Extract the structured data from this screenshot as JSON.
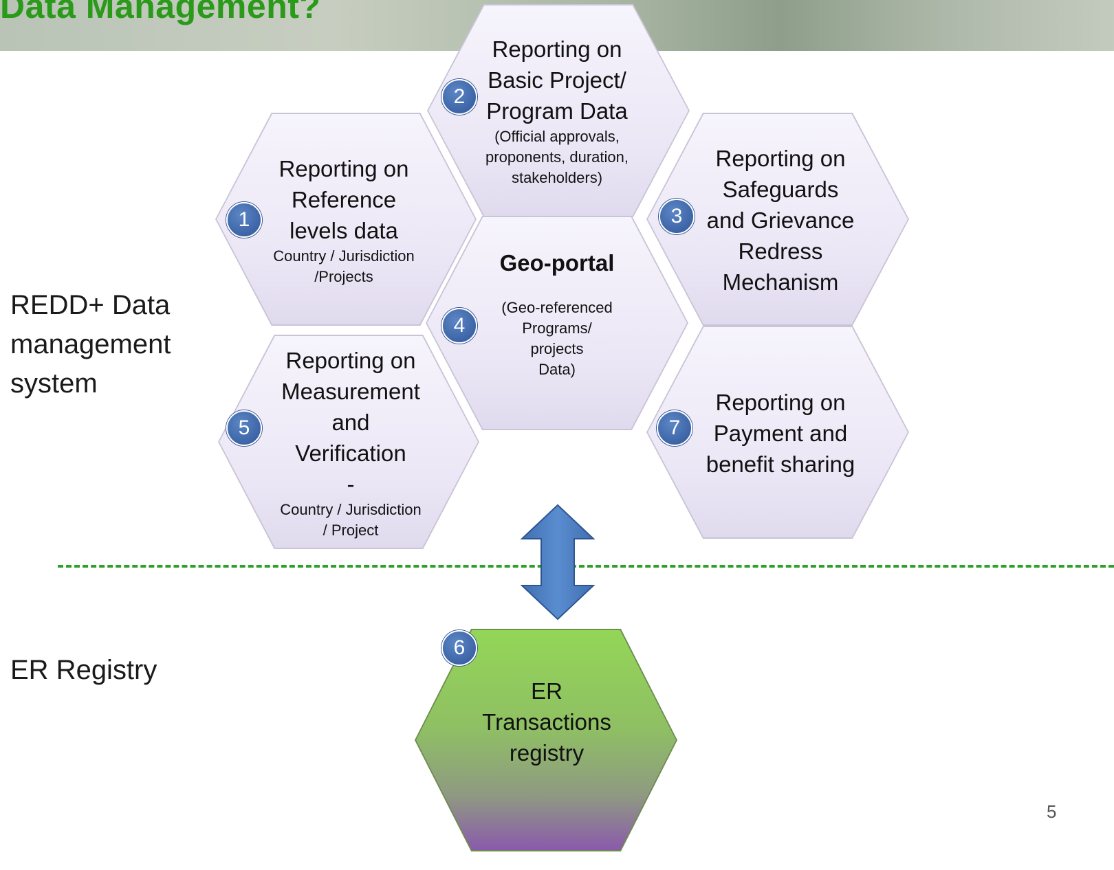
{
  "header": {
    "title": "Data Management?"
  },
  "left_labels": {
    "system": "REDD+ Data\nmanagement\nsystem",
    "registry": "ER Registry"
  },
  "modules": [
    {
      "number": "1",
      "title": "Reporting on\nReference\nlevels data",
      "detail": "Country / Jurisdiction\n/Projects"
    },
    {
      "number": "2",
      "title": "Reporting on\nBasic Project/\nProgram Data",
      "detail": "(Official approvals,\nproponents, duration,\nstakeholders)"
    },
    {
      "number": "3",
      "title": "Reporting on\nSafeguards\nand Grievance\nRedress\nMechanism"
    },
    {
      "number": "4",
      "title": "Geo-portal",
      "detail": "(Geo-referenced\nPrograms/\nprojects\nData)"
    },
    {
      "number": "5",
      "title": "Reporting on\nMeasurement\nand\nVerification\n-",
      "detail": "Country / Jurisdiction\n/ Project"
    },
    {
      "number": "6",
      "title": "ER\nTransactions\nregistry"
    },
    {
      "number": "7",
      "title": "Reporting on\nPayment and\nbenefit sharing"
    }
  ],
  "page_number": "5",
  "colors": {
    "title_green": "#2b9a1a",
    "badge_blue": "#3c64a6",
    "arrow_blue": "#4a7ec0",
    "divider_green": "#2ea12a",
    "hex_light": "#ebe6f5",
    "hex_green_top": "#93d657",
    "hex_green_bottom": "#8a5aab"
  }
}
